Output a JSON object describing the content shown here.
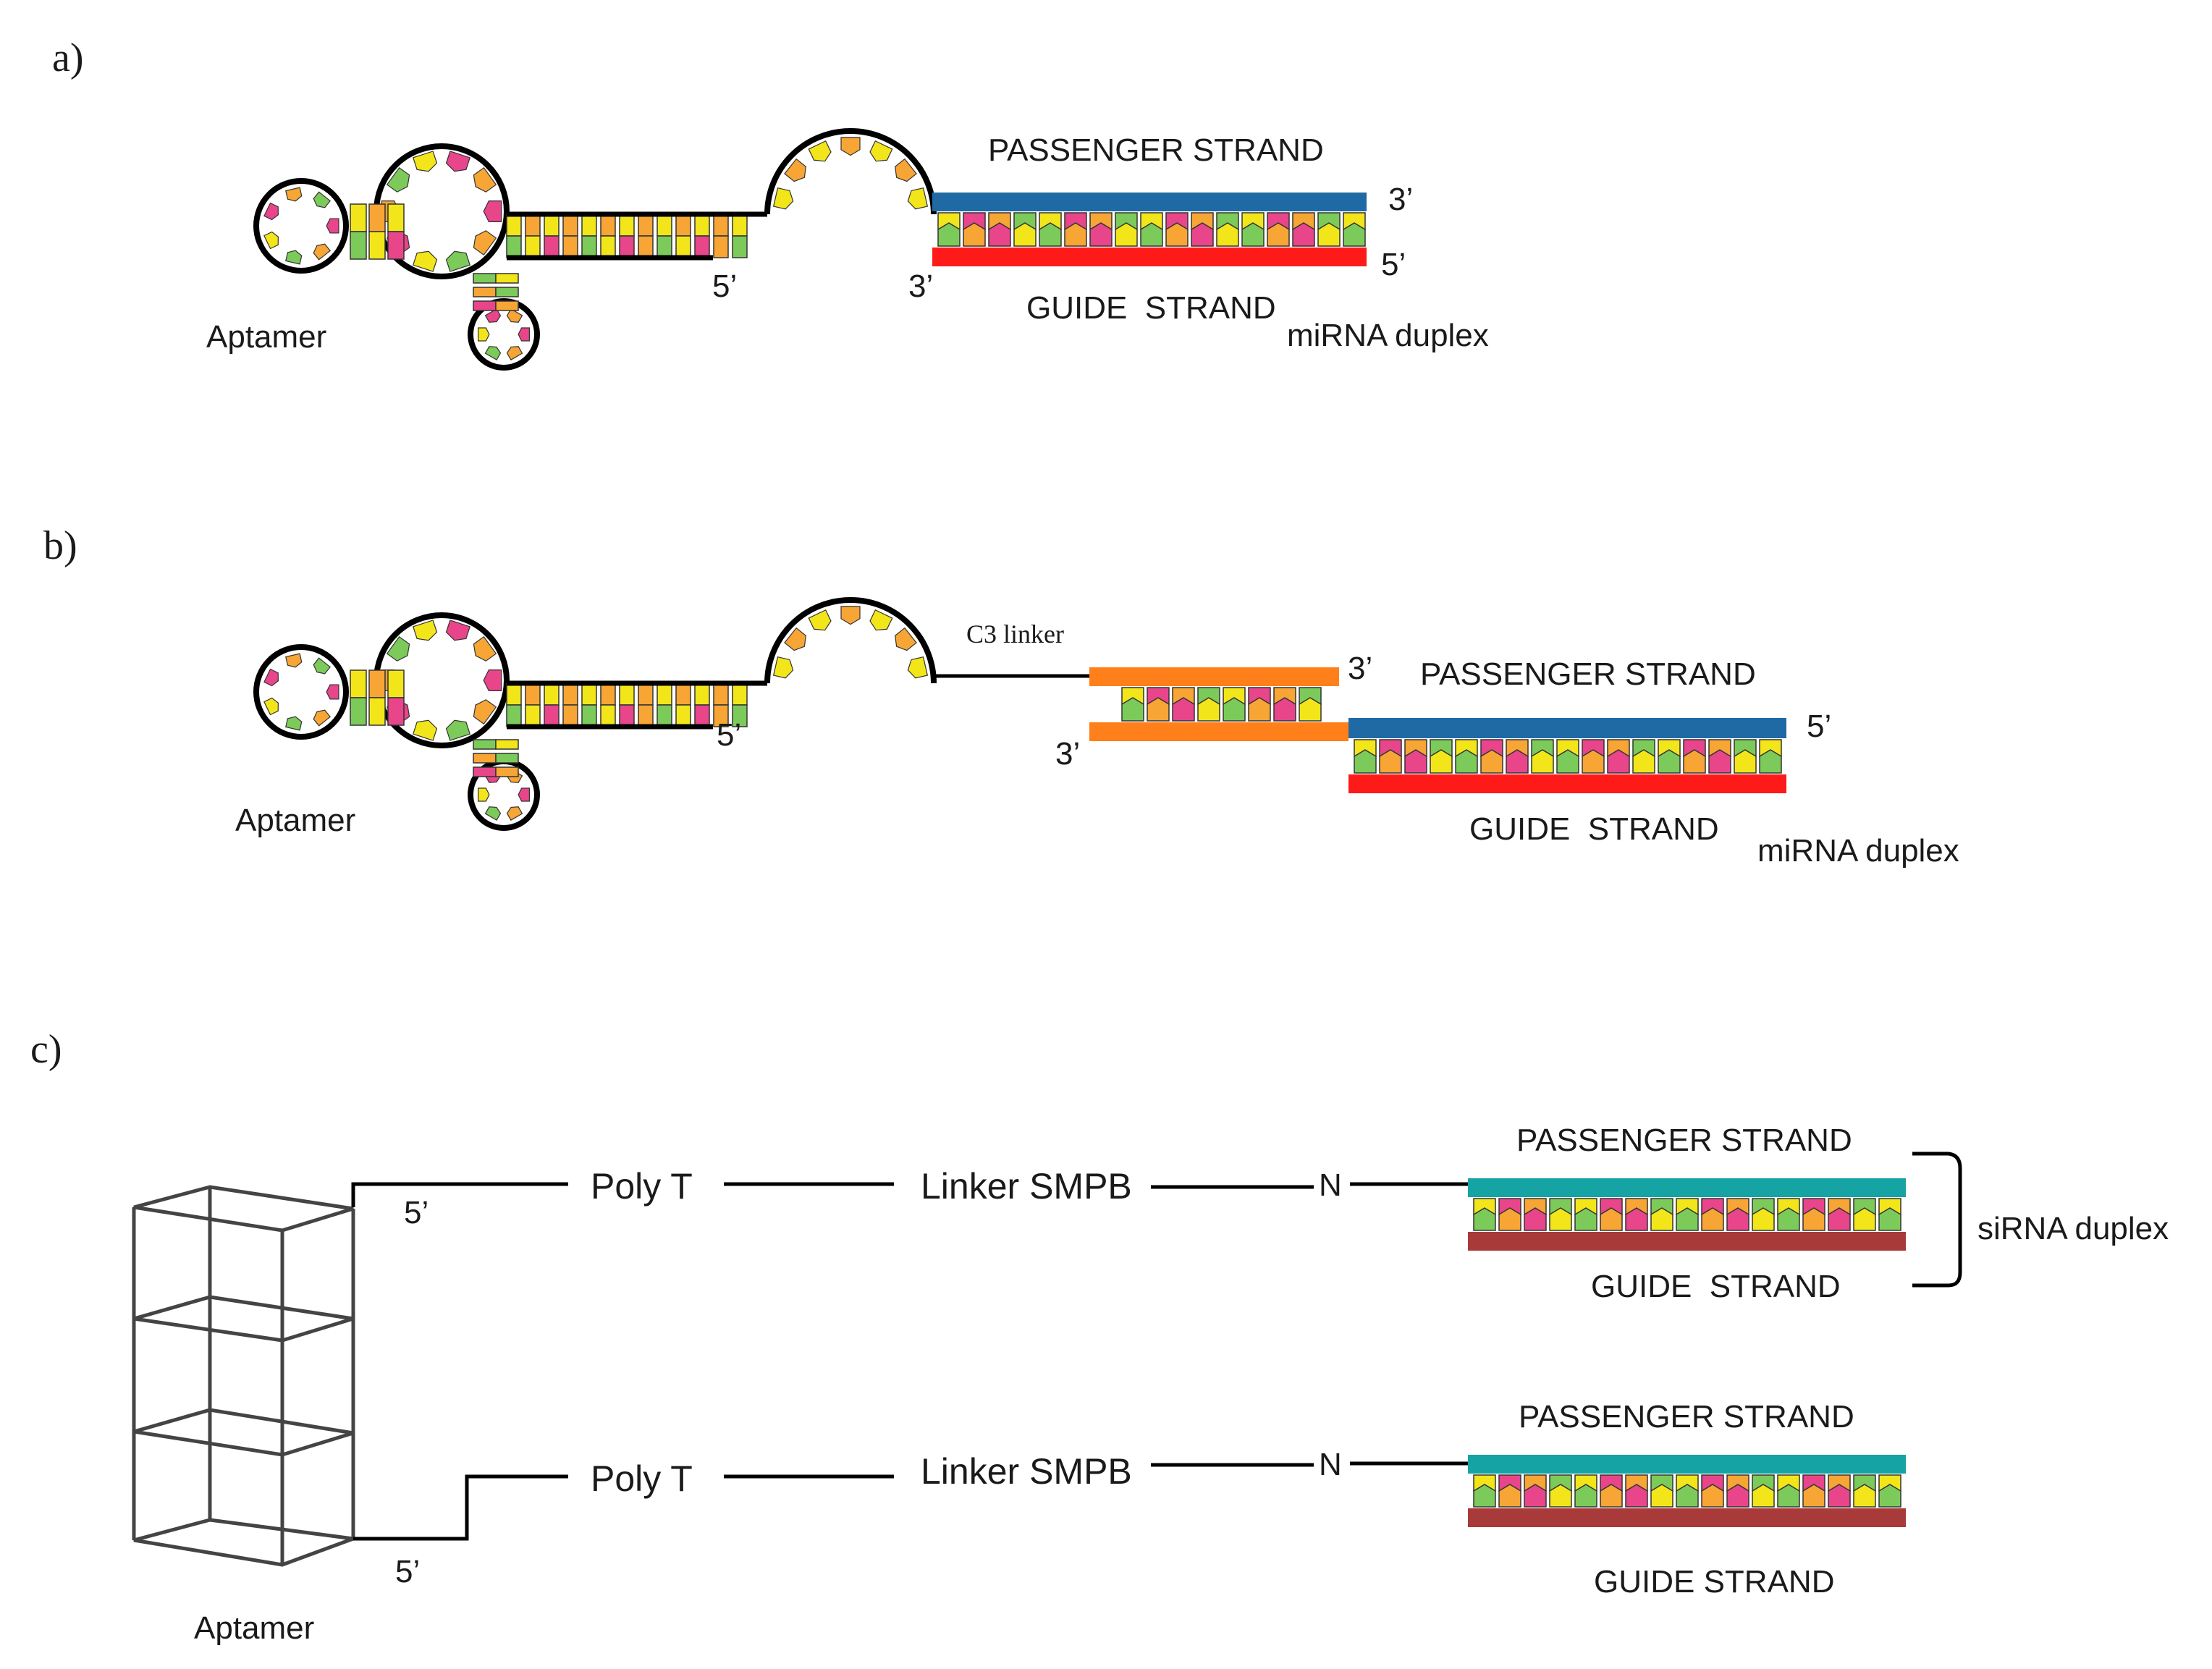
{
  "panels": {
    "a": {
      "letter": "a)",
      "aptamer": "Aptamer",
      "five_prime_linker": "5’",
      "three_prime_guide": "3’",
      "passenger": "PASSENGER STRAND",
      "passenger_end": "3’",
      "guide": "GUIDE  STRAND",
      "guide_end": "5’",
      "duplex": "miRNA duplex"
    },
    "b": {
      "letter": "b)",
      "aptamer": "Aptamer",
      "five_prime_linker": "5’",
      "linker": "C3 linker",
      "adapter_top_end": "3’",
      "adapter_bottom_end": "3’",
      "passenger": "PASSENGER STRAND",
      "passenger_end": "5’",
      "guide": "GUIDE  STRAND",
      "duplex": "miRNA duplex"
    },
    "c": {
      "letter": "c)",
      "aptamer": "Aptamer",
      "top": {
        "five_prime": "5’",
        "poly_t": "Poly T",
        "linker": "Linker SMPB",
        "n": "N",
        "passenger": "PASSENGER STRAND",
        "guide": "GUIDE  STRAND",
        "duplex": "siRNA duplex"
      },
      "bottom": {
        "five_prime": "5’",
        "poly_t": "Poly T",
        "linker": "Linker SMPB",
        "n": "N",
        "passenger": "PASSENGER STRAND",
        "guide": "GUIDE STRAND"
      }
    }
  },
  "colors": {
    "base_pink": "#e8458b",
    "base_yellow": "#f2e61b",
    "base_orange": "#f7a535",
    "base_green": "#7ccb5a",
    "passenger_blue": "#1f6aa5",
    "guide_red": "#ff1a1a",
    "adapter_orange": "#ff7f1a",
    "sirna_teal": "#16a3a3",
    "sirna_brown": "#a83a3a"
  }
}
